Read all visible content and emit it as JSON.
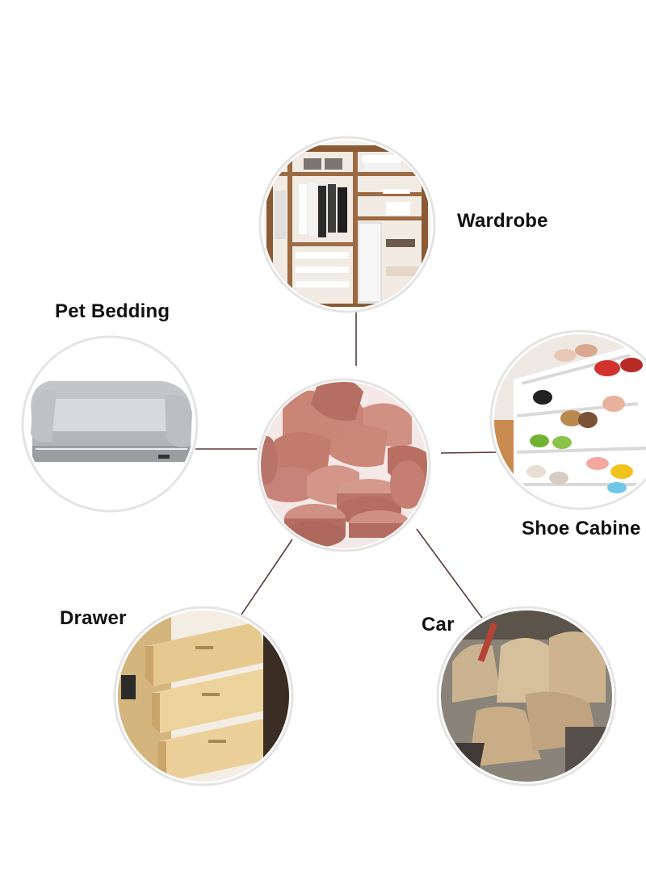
{
  "labels": {
    "wardrobe": "Wardrobe",
    "pet_bedding": "Pet Bedding",
    "shoe_cabinet": "Shoe Cabine",
    "drawer": "Drawer",
    "car": "Car"
  },
  "colors": {
    "connector": "#5a3b3b",
    "circle_border": "#e4e4e4",
    "cedar": "#c77f72"
  },
  "icons": {
    "center": "cedar-blocks-photo",
    "wardrobe": "wardrobe-photo",
    "pet_bedding": "pet-bed-photo",
    "shoe_cabinet": "shoe-rack-photo",
    "drawer": "drawer-photo",
    "car": "car-interior-photo"
  }
}
